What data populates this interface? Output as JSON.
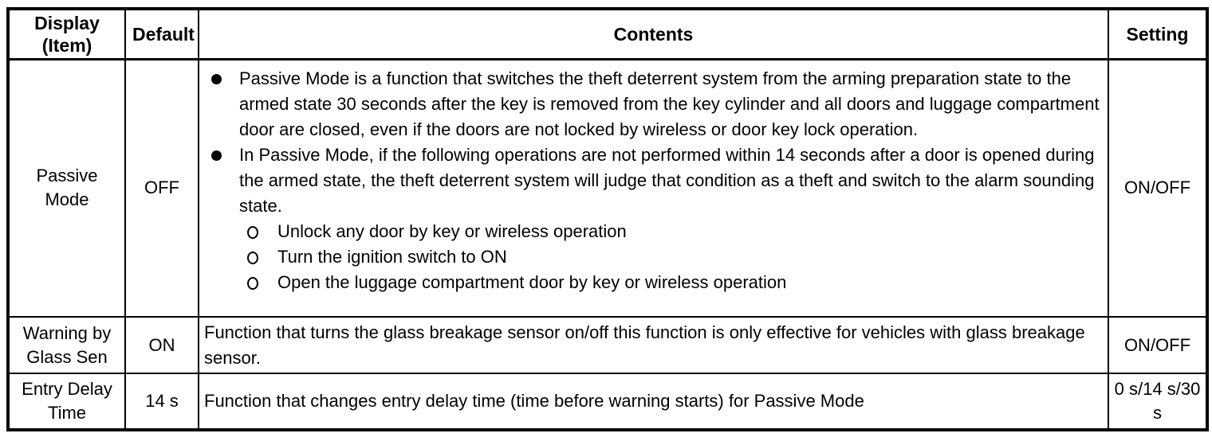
{
  "table": {
    "headers": {
      "display_item": "Display (Item)",
      "default": "Default",
      "contents": "Contents",
      "setting": "Setting"
    },
    "rows": [
      {
        "item": "Passive Mode",
        "default": "OFF",
        "setting": "ON/OFF",
        "bullets": [
          {
            "text": "Passive Mode is a function that switches the theft deterrent system from the arming preparation state to the armed state 30 seconds after the key is removed from the key cylinder and all doors and luggage compartment door are closed, even if the doors are not locked by wireless or door key lock operation.",
            "subs": []
          },
          {
            "text": "In Passive Mode, if the following operations are not performed within 14 seconds after a door is opened during the armed state, the theft deterrent system will judge that condition as a theft and switch to the alarm sounding state.",
            "subs": [
              "Unlock any door by key or wireless operation",
              "Turn the ignition switch to ON",
              "Open the luggage compartment door by key or wireless operation"
            ]
          }
        ]
      },
      {
        "item": "Warning by Glass Sen",
        "default": "ON",
        "contents": "Function that turns the glass breakage sensor on/off this function is only effective for vehicles with glass breakage sensor.",
        "setting": "ON/OFF"
      },
      {
        "item": "Entry Delay Time",
        "default": "14 s",
        "contents": "Function that changes entry delay time (time before warning starts) for Passive Mode",
        "setting": "0 s/14 s/30 s"
      }
    ],
    "colors": {
      "ink": "#000000",
      "paper": "#ffffff"
    }
  }
}
